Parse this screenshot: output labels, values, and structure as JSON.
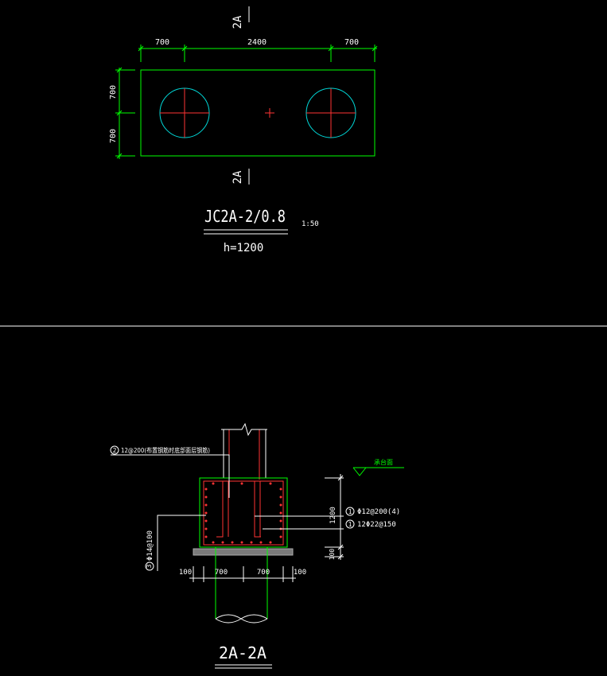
{
  "plan": {
    "section_mark": "2A",
    "dims_top": [
      "700",
      "2400",
      "700"
    ],
    "dims_left": [
      "700",
      "700"
    ],
    "title": "JC2A-2/0.8",
    "scale": "1:50",
    "height_note": "h=1200"
  },
  "section": {
    "title": "2A-2A",
    "callout_top": "12@200(布置钢筋时底部面层钢筋)",
    "callout_top_num": "2",
    "callout_right_1": "Φ12@200(4)",
    "callout_right_1_num": "1",
    "callout_right_2": "12Φ22@150",
    "callout_right_2_num": "1",
    "callout_left": "Φ14@100",
    "callout_left_num": "3",
    "elev_label": "承台面",
    "dim_height": "1200",
    "dim_bottom": "100",
    "dims_bottom": [
      "100",
      "700",
      "700",
      "100"
    ]
  },
  "colors": {
    "dimension": "#00ff00",
    "rebar": "#ff3333",
    "pile": "#00d8d8",
    "text": "#ffffff"
  }
}
